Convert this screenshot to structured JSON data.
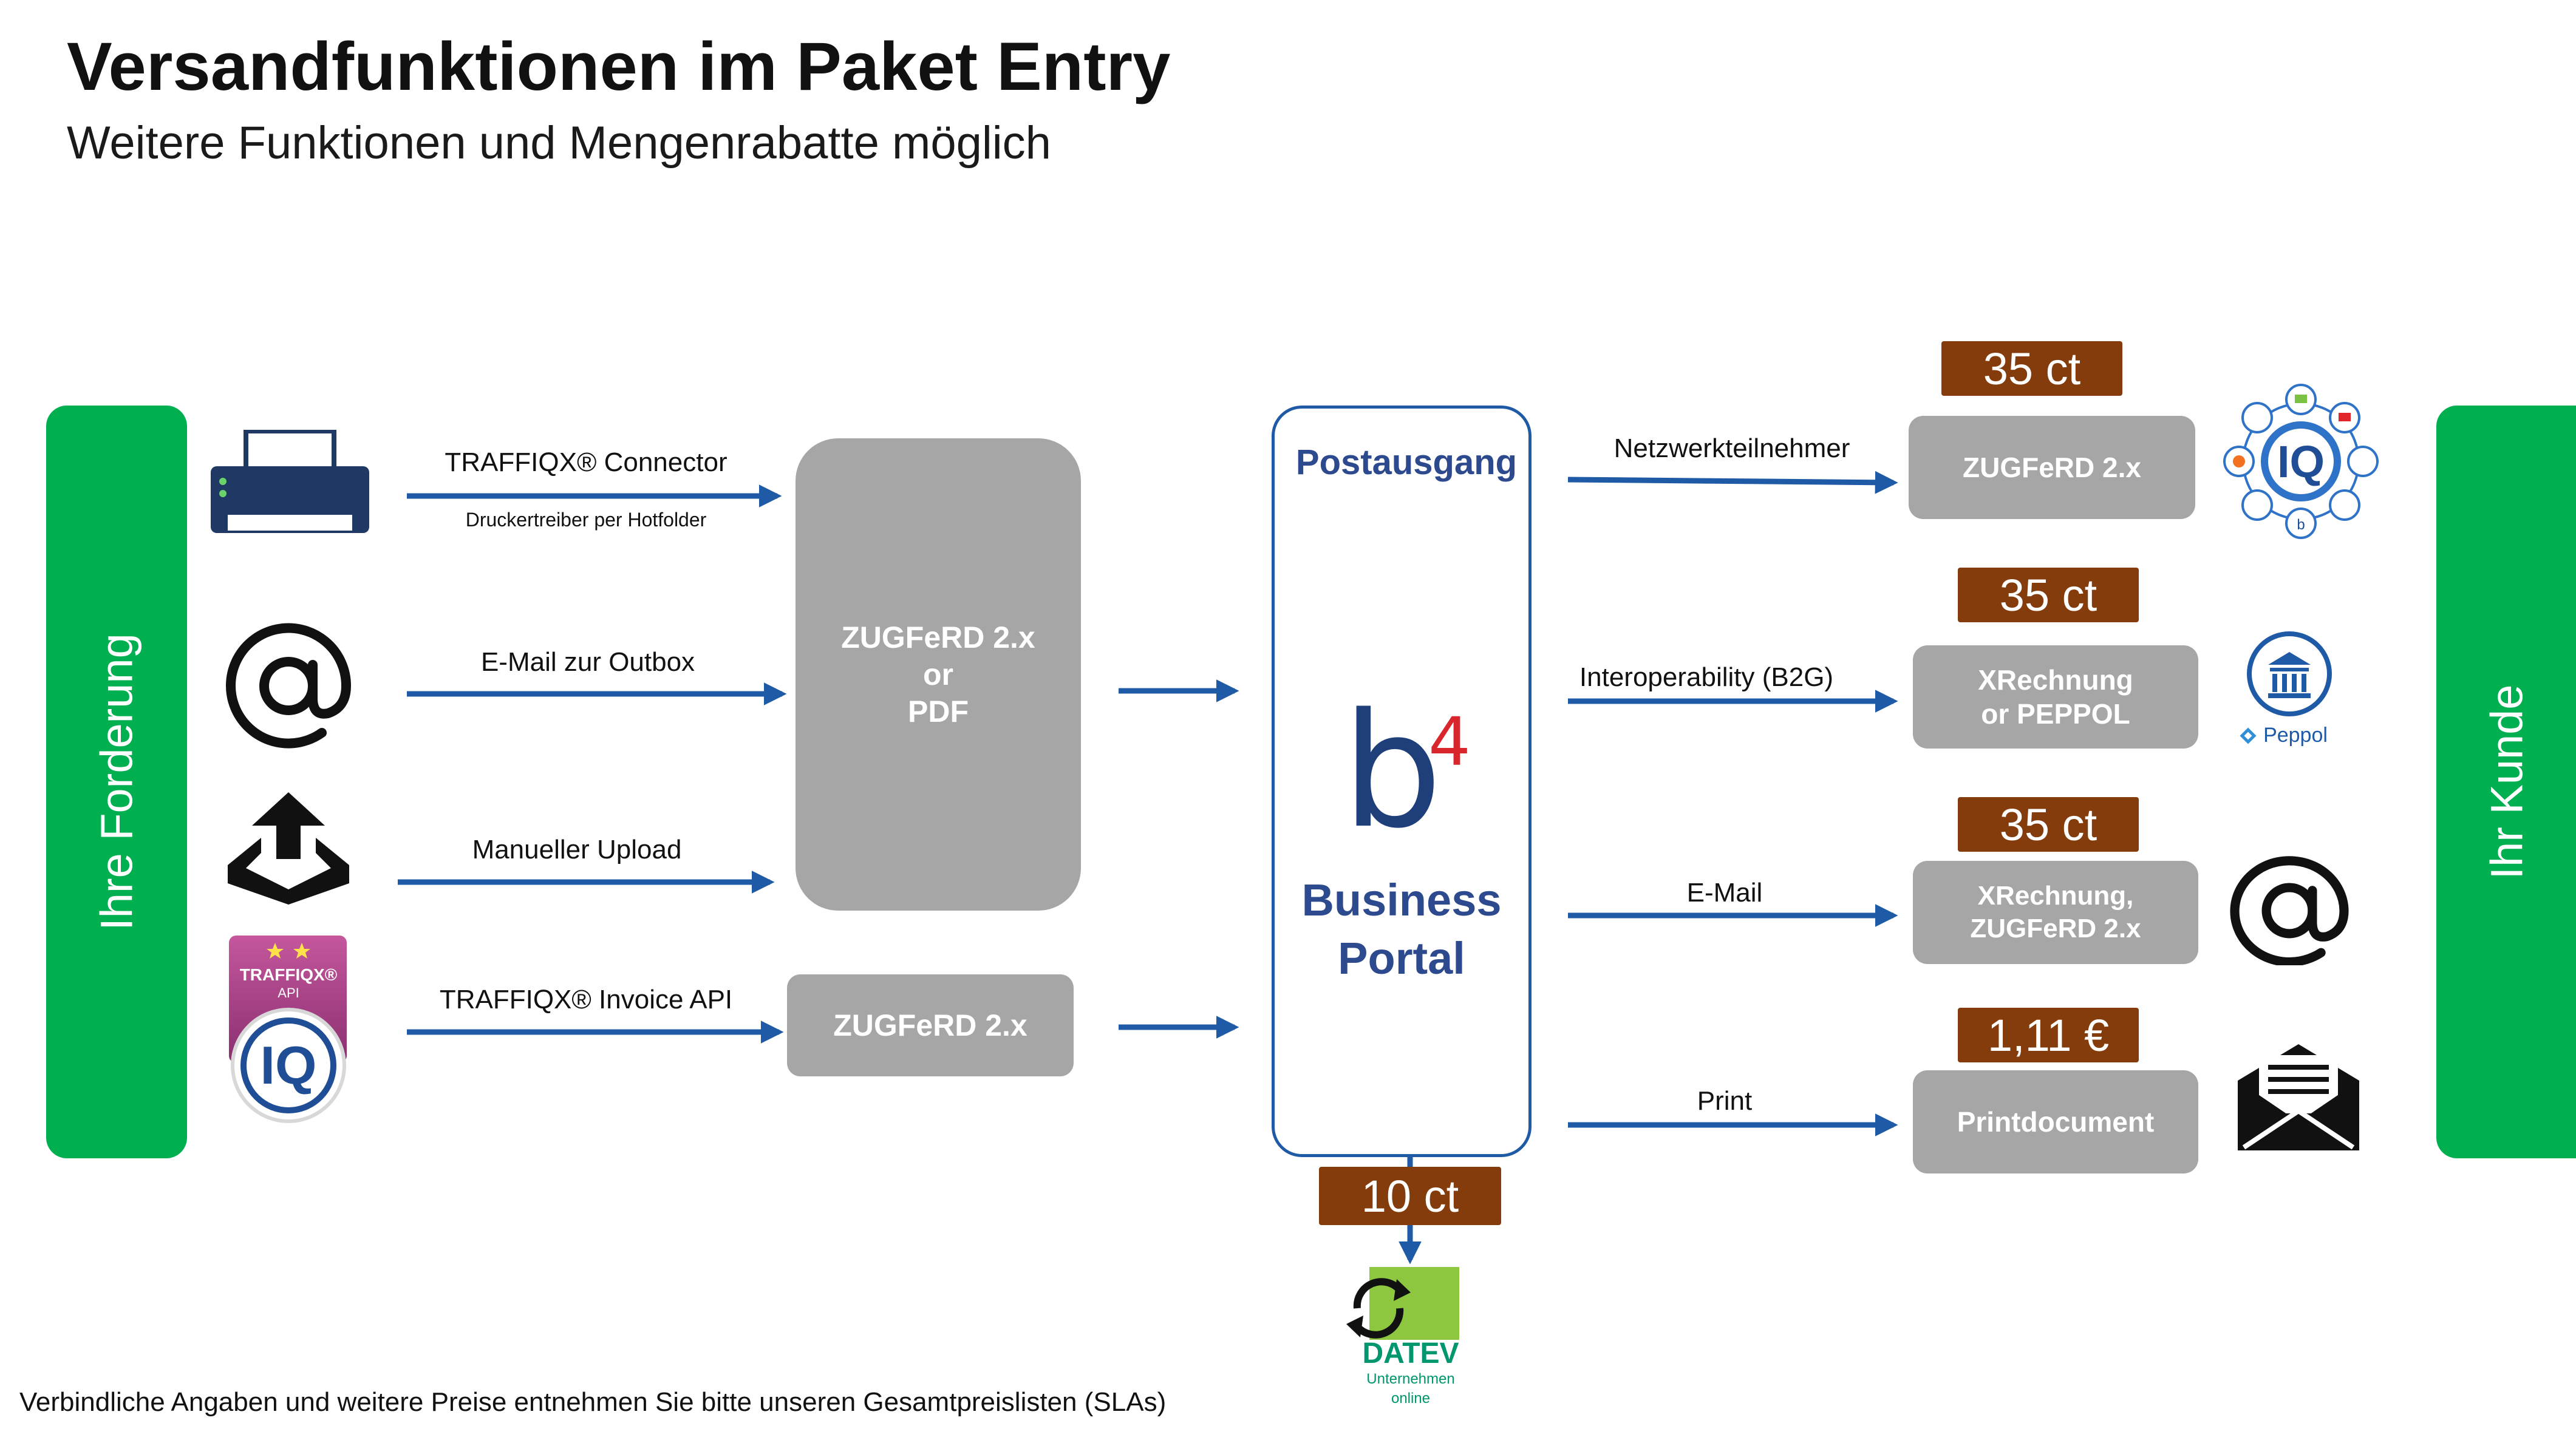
{
  "header": {
    "title": "Versandfunktionen im Paket Entry",
    "subtitle": "Weitere Funktionen und Mengenrabatte möglich"
  },
  "left_bar": {
    "label": "Ihre Forderung"
  },
  "right_bar": {
    "label": "Ihr Kunde"
  },
  "inputs": {
    "connector": {
      "label": "TRAFFIQX® Connector",
      "sublabel": "Druckertreiber per Hotfolder",
      "icon": "printer-icon"
    },
    "email": {
      "label": "E-Mail zur Outbox",
      "icon": "at-sign-icon"
    },
    "upload": {
      "label": "Manueller Upload",
      "icon": "upload-tray-icon"
    },
    "api": {
      "label": "TRAFFIQX® Invoice API",
      "icon": "traffiqx-api-badge-icon",
      "badge_brand": "TRAFFIQX®",
      "badge_sub": "API",
      "badge_mark": "IQ"
    }
  },
  "formats": {
    "main": {
      "line1": "ZUGFeRD 2.x",
      "line2": "or",
      "line3": "PDF"
    },
    "api": {
      "line1": "ZUGFeRD 2.x"
    }
  },
  "portal": {
    "heading": "Postausgang",
    "logo_letter": "b",
    "logo_sup": "4",
    "name_line1": "Business",
    "name_line2": "Portal"
  },
  "outputs": [
    {
      "channel": "Netzwerkteilnehmer",
      "price": "35 ct",
      "format_line1": "ZUGFeRD 2.x",
      "format_line2": "",
      "icon": "network-iq-icon"
    },
    {
      "channel": "Interoperability (B2G)",
      "price": "35 ct",
      "format_line1": "XRechnung",
      "format_line2": "or PEPPOL",
      "icon": "peppol-icon",
      "icon_caption": "Peppol"
    },
    {
      "channel": "E-Mail",
      "price": "35 ct",
      "format_line1": "XRechnung,",
      "format_line2": "ZUGFeRD 2.x",
      "icon": "at-sign-icon"
    },
    {
      "channel": "Print",
      "price": "1,11 €",
      "format_line1": "Printdocument",
      "format_line2": "",
      "icon": "envelope-icon"
    }
  ],
  "datev": {
    "price": "10 ct",
    "logo_text": "DATEV",
    "caption_line1": "Unternehmen",
    "caption_line2": "online",
    "icon": "datev-sync-icon"
  },
  "network_logo": {
    "center": "IQ",
    "node_center": "b"
  },
  "colors": {
    "green": "#00b050",
    "arrow_blue": "#1f5aa6",
    "box_gray": "#a6a6a6",
    "price_brown": "#843c0c",
    "portal_text": "#2e4a8e",
    "b4_red": "#d9262c",
    "datev_green": "#8dc63f"
  },
  "footer": {
    "note": "Verbindliche Angaben und weitere Preise entnehmen Sie bitte unseren Gesamtpreislisten (SLAs)"
  }
}
